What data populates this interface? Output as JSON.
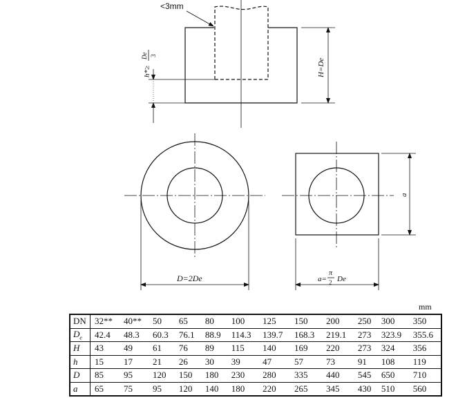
{
  "drawing": {
    "gap_label": "<3mm",
    "h_label": "h*≥",
    "h_frac_num": "De",
    "h_frac_den": "3",
    "H_label": "H=De",
    "D_label": "D=2De",
    "a_label": "a",
    "a_formula_prefix": "a=",
    "a_frac_num": "π",
    "a_frac_den": "2",
    "a_formula_suffix": "De"
  },
  "table": {
    "unit": "mm",
    "rows": [
      {
        "header": "DN",
        "values": [
          "32**",
          "40**",
          "50",
          "65",
          "80",
          "100",
          "125",
          "150",
          "200",
          "250",
          "300",
          "350"
        ]
      },
      {
        "header": "De",
        "values": [
          "42.4",
          "48.3",
          "60.3",
          "76.1",
          "88.9",
          "114.3",
          "139.7",
          "168.3",
          "219.1",
          "273",
          "323.9",
          "355.6"
        ]
      },
      {
        "header": "H",
        "values": [
          "43",
          "49",
          "61",
          "76",
          "89",
          "115",
          "140",
          "169",
          "220",
          "273",
          "324",
          "356"
        ]
      },
      {
        "header": "h",
        "values": [
          "15",
          "17",
          "21",
          "26",
          "30",
          "39",
          "47",
          "57",
          "73",
          "91",
          "108",
          "119"
        ]
      },
      {
        "header": "D",
        "values": [
          "85",
          "95",
          "120",
          "150",
          "180",
          "230",
          "280",
          "335",
          "440",
          "545",
          "650",
          "710"
        ]
      },
      {
        "header": "a",
        "values": [
          "65",
          "75",
          "95",
          "120",
          "140",
          "180",
          "220",
          "265",
          "345",
          "430",
          "510",
          "560"
        ]
      }
    ]
  }
}
